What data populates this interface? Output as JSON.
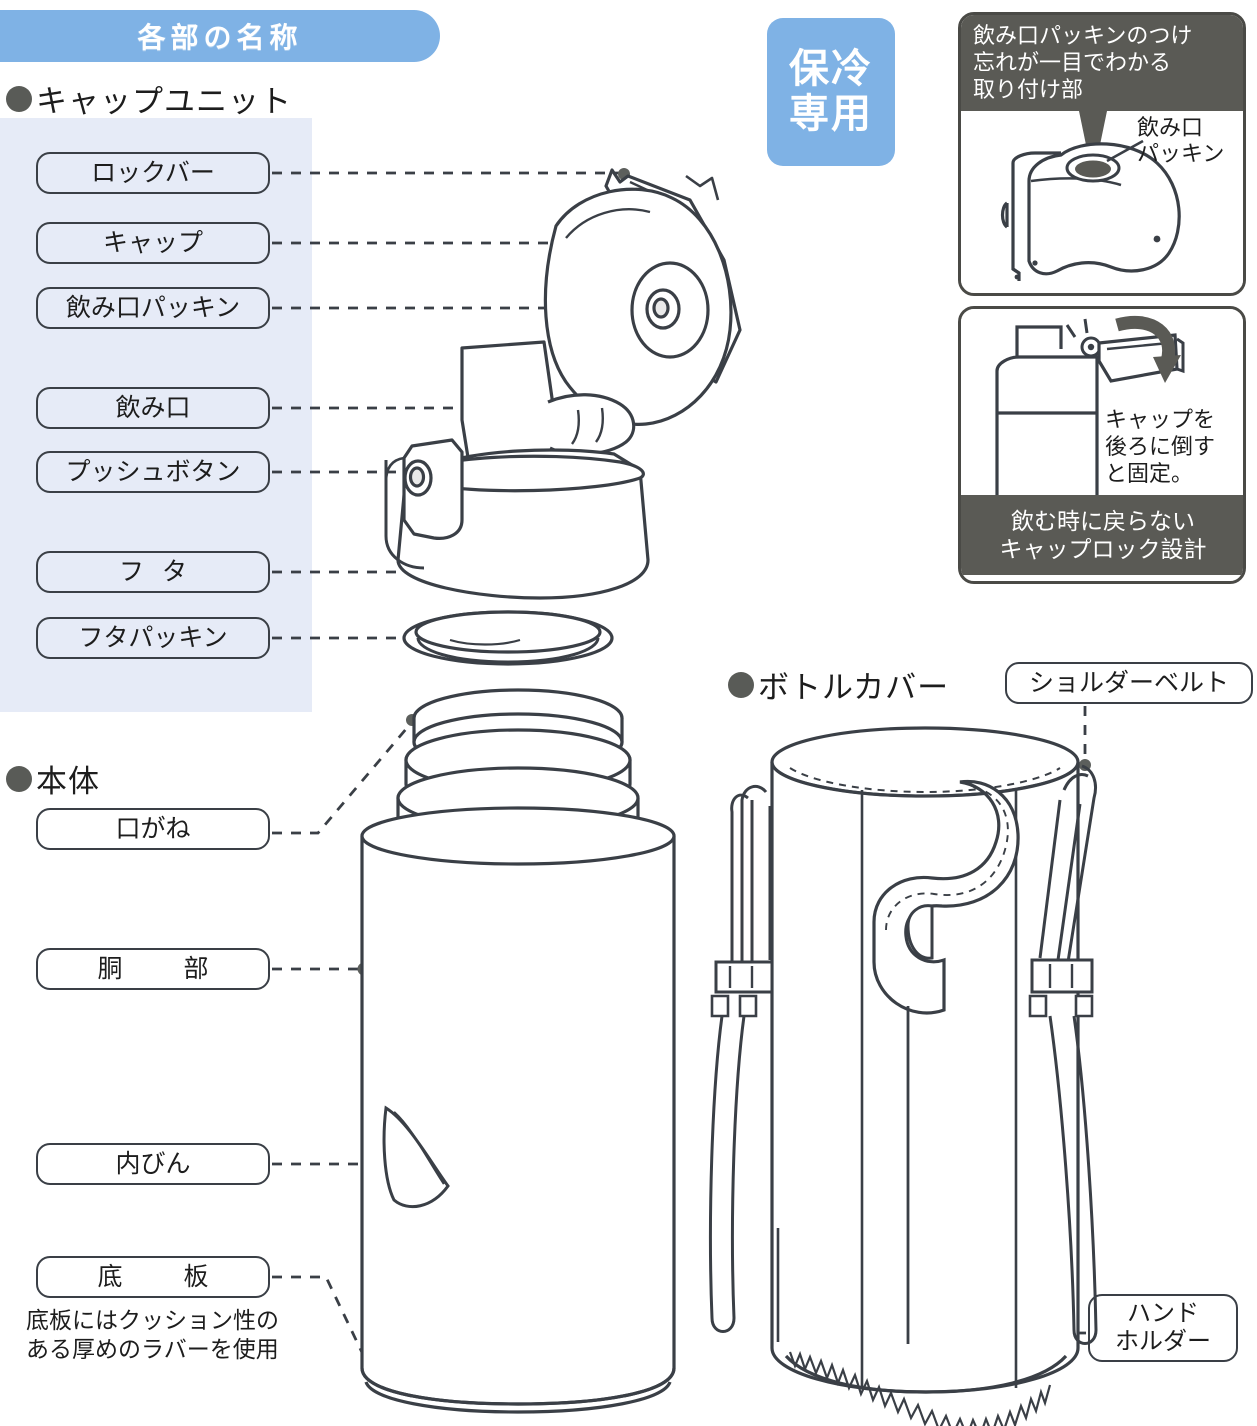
{
  "header": {
    "title": "各部の名称"
  },
  "badge": {
    "line1": "保冷",
    "line2": "専用"
  },
  "sections": {
    "cap_unit": {
      "label": "キャップユニット"
    },
    "body": {
      "label": "本体"
    },
    "bottle_cover": {
      "label": "ボトルカバー"
    }
  },
  "cap_unit_labels": [
    {
      "id": "lock-bar",
      "text": "ロックバー"
    },
    {
      "id": "cap",
      "text": "キャップ"
    },
    {
      "id": "spout-packing",
      "text": "飲み口パッキン"
    },
    {
      "id": "spout",
      "text": "飲み口"
    },
    {
      "id": "push-button",
      "text": "プッシュボタン"
    },
    {
      "id": "lid",
      "text": "フタ"
    },
    {
      "id": "lid-packing",
      "text": "フタパッキン"
    }
  ],
  "body_labels": [
    {
      "id": "mouth-ring",
      "text": "口がね"
    },
    {
      "id": "barrel",
      "text": "胴　部"
    },
    {
      "id": "inner-bottle",
      "text": "内びん"
    },
    {
      "id": "bottom-plate",
      "text": "底　板"
    }
  ],
  "body_note": {
    "line1": "底板にはクッション性の",
    "line2": "ある厚めのラバーを使用"
  },
  "cover_labels": [
    {
      "id": "shoulder-belt",
      "text": "ショルダーベルト"
    },
    {
      "id": "hand-holder-1",
      "text": "ハンド"
    },
    {
      "id": "hand-holder-2",
      "text": "ホルダー"
    }
  ],
  "info_panels": [
    {
      "id": "packing-check",
      "header_line1": "飲み口パッキンのつけ",
      "header_line2": "忘れが一目でわかる",
      "header_line3": "取り付け部",
      "callout_line1": "飲み口",
      "callout_line2": "パッキン"
    },
    {
      "id": "cap-lock",
      "caption_line1": "キャップを",
      "caption_line2": "後ろに倒す",
      "caption_line3": "と固定。",
      "footer_line1": "飲む時に戻らない",
      "footer_line2": "キャップロック設計"
    }
  ],
  "colors": {
    "header_blue": "#7fb2e5",
    "panel_lavender": "#e6ebf7",
    "dark_gray": "#5a5a55",
    "ink": "#3a3f46"
  }
}
